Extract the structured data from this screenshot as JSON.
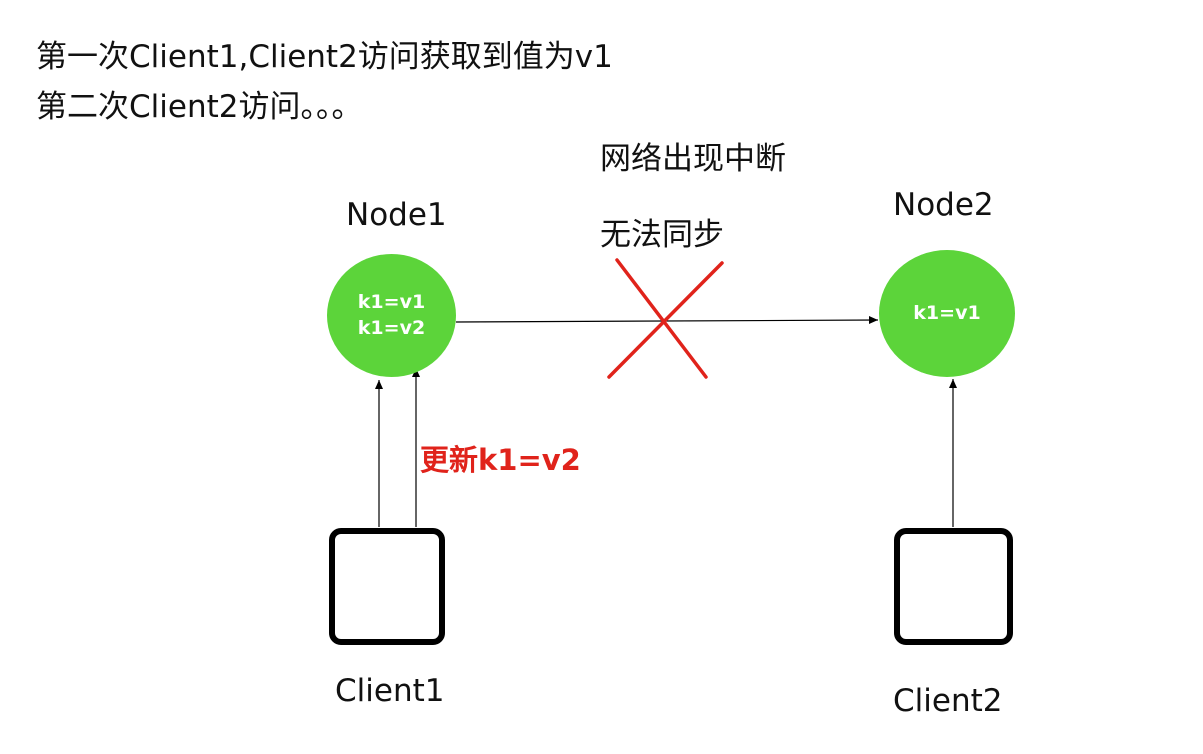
{
  "heading": {
    "line1": "第一次Client1,Client2访问获取到值为v1",
    "line2": "第二次Client2访问。。。"
  },
  "partition": {
    "line1": "网络出现中断",
    "line2": "无法同步"
  },
  "nodes": [
    {
      "label": "Node1",
      "values": [
        "k1=v1",
        "k1=v2"
      ]
    },
    {
      "label": "Node2",
      "values": [
        "k1=v1"
      ]
    }
  ],
  "clients": [
    {
      "label": "Client1"
    },
    {
      "label": "Client2"
    }
  ],
  "update_label": "更新k1=v2",
  "colors": {
    "node_fill": "#5cd43a",
    "cross": "#e0231b",
    "update_text": "#e0231b",
    "arrows": "#000000"
  },
  "icons": {
    "partition_mark": "red-x-cross",
    "client": "square-box"
  }
}
